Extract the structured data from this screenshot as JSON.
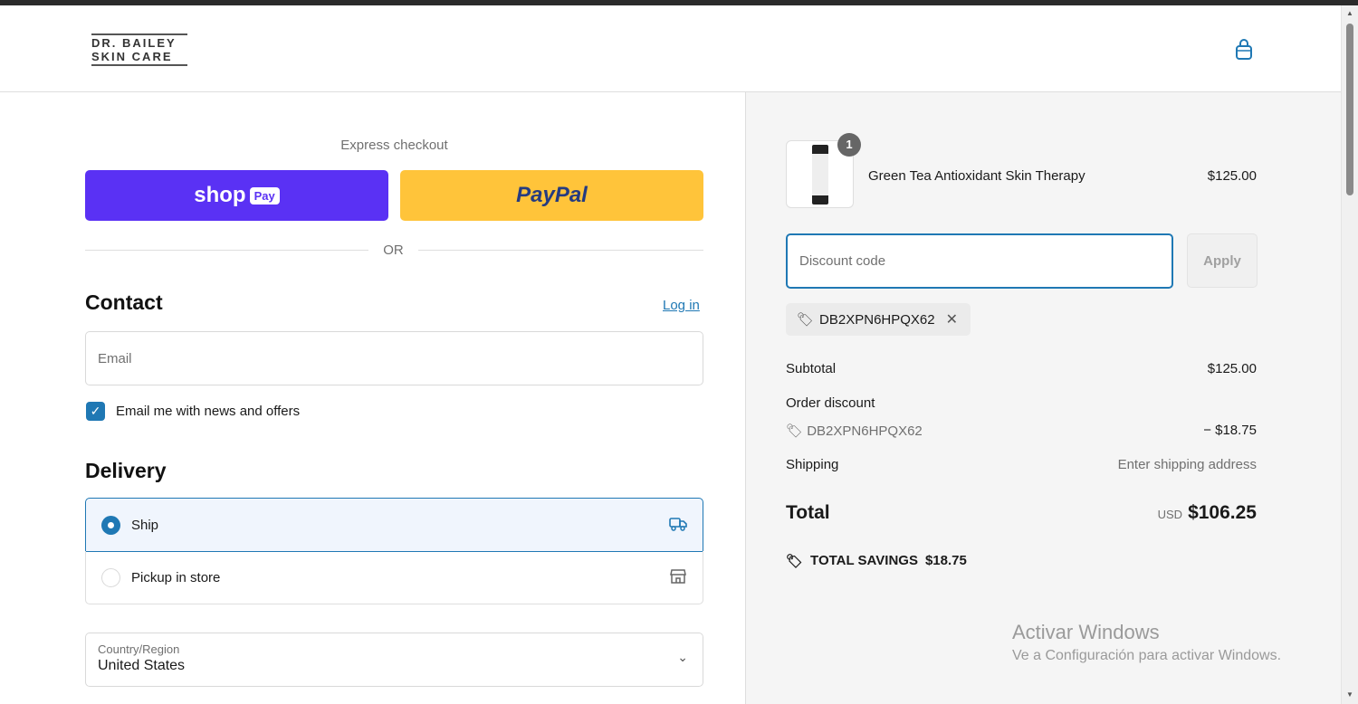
{
  "brand": {
    "logo_line1": "DR. BAILEY",
    "logo_line2": "SKIN CARE"
  },
  "express": {
    "label": "Express checkout",
    "shop_pay": "shop",
    "shop_pay_badge": "Pay",
    "paypal": "PayPal",
    "or": "OR"
  },
  "contact": {
    "title": "Contact",
    "login": "Log in",
    "email_placeholder": "Email",
    "newsletter_label": "Email me with news and offers",
    "newsletter_checked": true
  },
  "delivery": {
    "title": "Delivery",
    "options": [
      {
        "label": "Ship",
        "selected": true,
        "icon": "truck-icon"
      },
      {
        "label": "Pickup in store",
        "selected": false,
        "icon": "store-icon"
      }
    ],
    "country_label": "Country/Region",
    "country_value": "United States"
  },
  "order": {
    "item": {
      "name": "Green Tea Antioxidant Skin Therapy",
      "price": "$125.00",
      "quantity": "1"
    },
    "discount_placeholder": "Discount code",
    "apply": "Apply",
    "applied_code": "DB2XPN6HPQX62",
    "subtotal_label": "Subtotal",
    "subtotal": "$125.00",
    "order_discount_label": "Order discount",
    "discount_code": "DB2XPN6HPQX62",
    "discount_amount": "− $18.75",
    "shipping_label": "Shipping",
    "shipping_value": "Enter shipping address",
    "total_label": "Total",
    "currency": "USD",
    "total": "$106.25",
    "savings_label": "TOTAL SAVINGS",
    "savings": "$18.75"
  },
  "watermark": {
    "line1": "Activar Windows",
    "line2": "Ve a Configuración para activar Windows."
  },
  "colors": {
    "accent": "#1f78b4",
    "shop_pay": "#5a31f4",
    "paypal": "#ffc43a"
  }
}
